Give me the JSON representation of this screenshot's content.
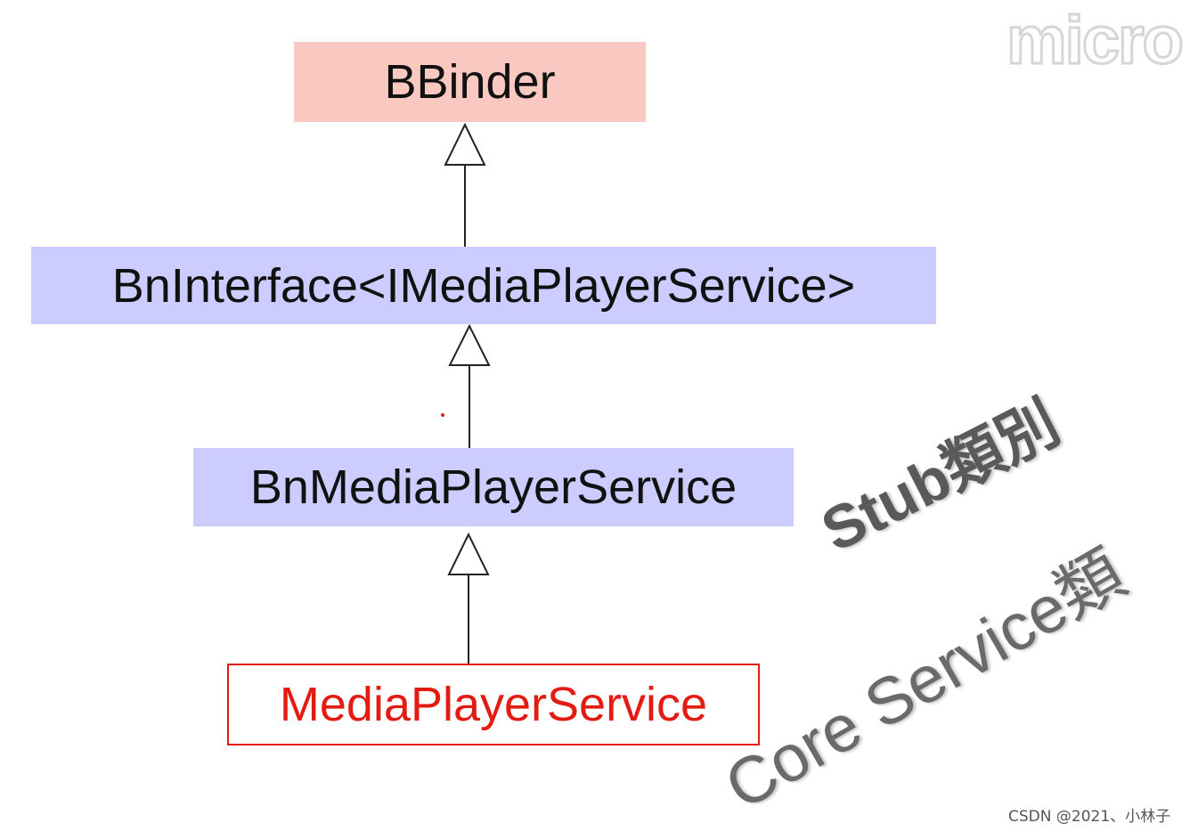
{
  "diagram": {
    "nodes": [
      {
        "id": "bbinder",
        "label": "BBinder",
        "fill": "#f9c8c1"
      },
      {
        "id": "bninterface",
        "label": "BnInterface<IMediaPlayerService>",
        "fill": "#ccccff"
      },
      {
        "id": "bnmps",
        "label": "BnMediaPlayerService",
        "fill": "#ccccff"
      },
      {
        "id": "mps",
        "label": "MediaPlayerService",
        "text_color": "#e31b12",
        "border": "#e31b12"
      }
    ],
    "edges": [
      {
        "from": "bninterface",
        "to": "bbinder",
        "type": "inheritance"
      },
      {
        "from": "bnmps",
        "to": "bninterface",
        "type": "inheritance"
      },
      {
        "from": "mps",
        "to": "bnmps",
        "type": "inheritance"
      }
    ]
  },
  "annotations": {
    "stub_label": "Stub類別",
    "core_label": "Core Service類"
  },
  "watermark": {
    "corner_text": "micro",
    "credit": "CSDN @2021、小林子"
  }
}
